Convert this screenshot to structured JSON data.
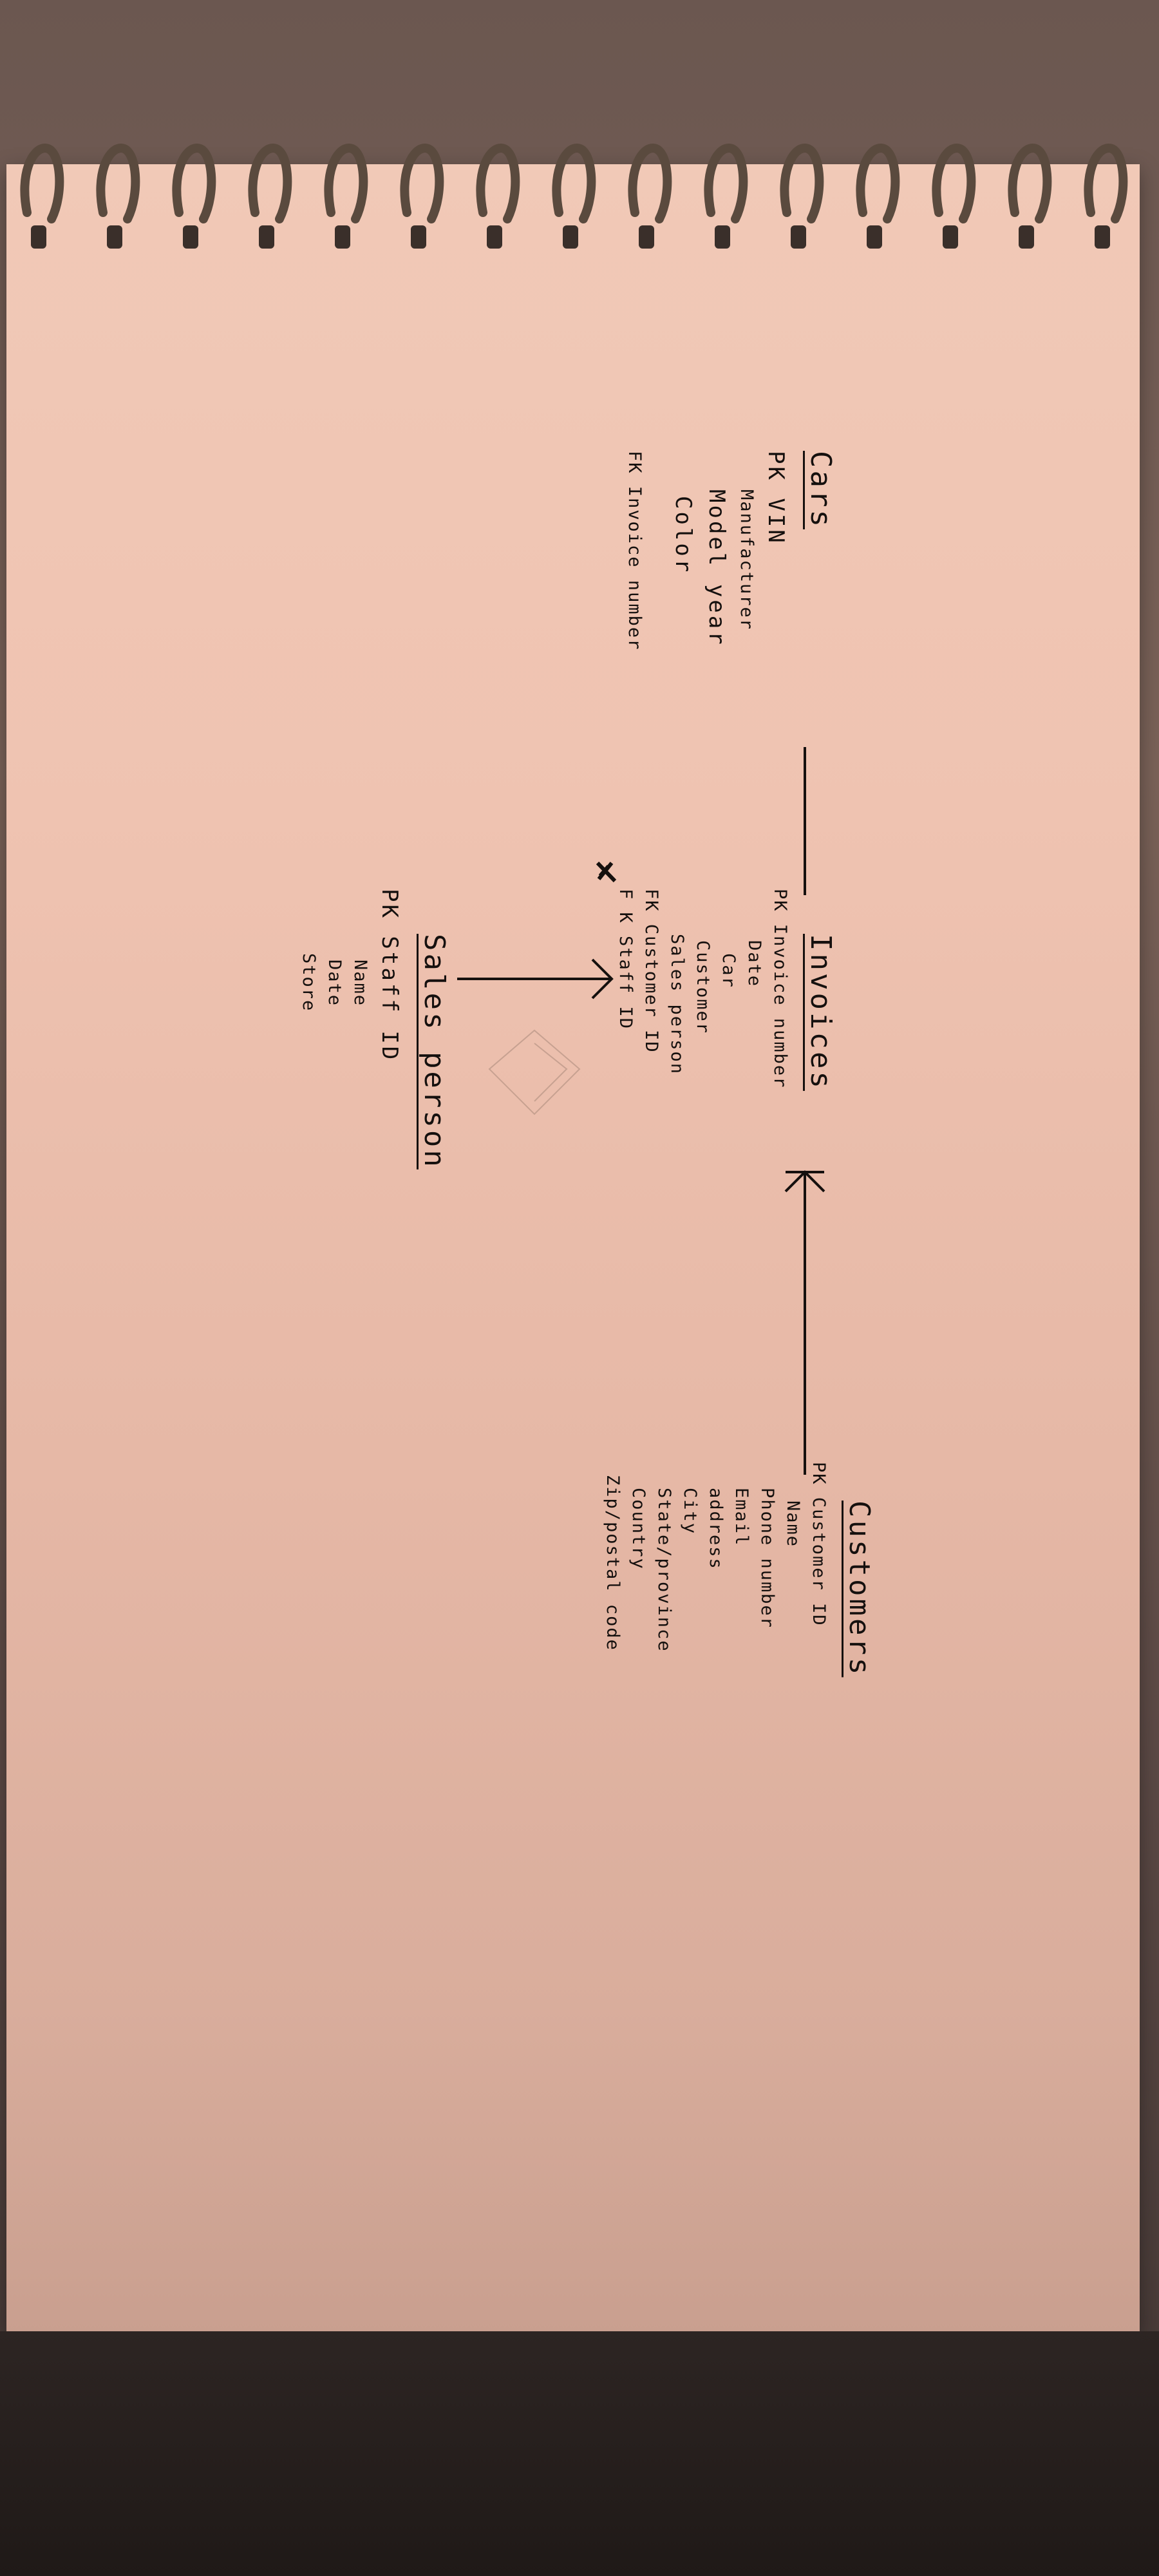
{
  "entities": {
    "cars": {
      "title": "Cars",
      "fields": [
        "PK  VIN",
        "Manufacturer",
        "Model year",
        "Color",
        "FK  Invoice number"
      ]
    },
    "invoices": {
      "title": "Invoices",
      "fields": [
        "PK Invoice number",
        "Date",
        "Car",
        "Customer",
        "Sales person",
        "FK Customer ID",
        "F K  Staff  ID"
      ]
    },
    "customers": {
      "title": "Customers",
      "fields": [
        "PK Customer ID",
        "Name",
        "Phone number",
        "Email",
        "address",
        "City",
        "State/province",
        "Country",
        "Zip/postal code"
      ]
    },
    "salesperson": {
      "title": "Sales person",
      "fields": [
        "PK  Staff  ID",
        "Name",
        "Date",
        "Store"
      ]
    }
  },
  "relationships": [
    {
      "from": "cars",
      "to": "invoices",
      "type": "one-to-one"
    },
    {
      "from": "invoices",
      "to": "customers",
      "type": "many-to-one"
    },
    {
      "from": "salesperson",
      "to": "invoices",
      "type": "one-to-many"
    }
  ],
  "colors": {
    "paper": "#efc3b1",
    "ink": "#15100e",
    "coil": "#5a4a3e"
  }
}
